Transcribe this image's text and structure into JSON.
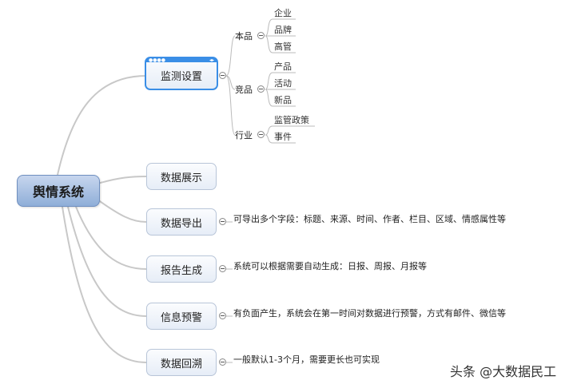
{
  "root": {
    "label": "舆情系统"
  },
  "branches": [
    {
      "label": "监测设置"
    },
    {
      "label": "数据展示"
    },
    {
      "label": "数据导出",
      "note": "可导出多个字段：标题、来源、时间、作者、栏目、区域、情感属性等"
    },
    {
      "label": "报告生成",
      "note": "系统可以根据需要自动生成：日报、周报、月报等"
    },
    {
      "label": "信息预警",
      "note": "有负面产生，系统会在第一时间对数据进行预警，方式有邮件、微信等"
    },
    {
      "label": "数据回溯",
      "note": "一般默认1-3个月，需要更长也可实现"
    }
  ],
  "monitor_groups": [
    {
      "label": "本品",
      "children": [
        "企业",
        "品牌",
        "高管"
      ]
    },
    {
      "label": "竞品",
      "children": [
        "产品",
        "活动",
        "新品"
      ]
    },
    {
      "label": "行业",
      "children": [
        "监管政策",
        "事件"
      ]
    }
  ],
  "watermark": "头条 @大数据民工",
  "colors": {
    "root_fill": "#a9c1e4",
    "selection": "#3a8ee6",
    "connector": "#c8c8c8"
  }
}
